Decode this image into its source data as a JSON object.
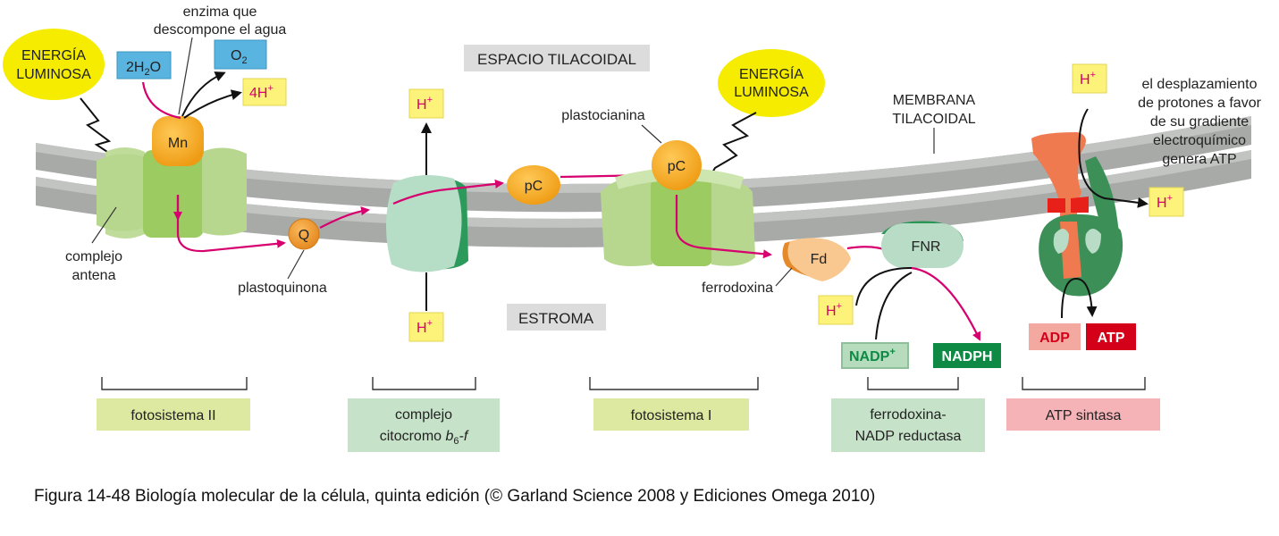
{
  "labels": {
    "energy_left_line1": "ENERGÍA",
    "energy_left_line2": "LUMINOSA",
    "energy_right_line1": "ENERGÍA",
    "energy_right_line2": "LUMINOSA",
    "enzyme_line1": "enzima que",
    "enzyme_line2": "descompone el agua",
    "water_prefix": "2H",
    "water_sub": "2",
    "water_suffix": "O",
    "oxygen": "O",
    "oxygen_sub": "2",
    "protons_4h": "4H",
    "proton_h": "H",
    "plus": "+",
    "mn": "Mn",
    "q": "Q",
    "pc": "pC",
    "fd": "Fd",
    "fnr": "FNR",
    "thylakoid_space": "ESPACIO TILACOIDAL",
    "stroma": "ESTROMA",
    "membrane_line1": "MEMBRANA",
    "membrane_line2": "TILACOIDAL",
    "plastocyanin": "plastocianina",
    "plastoquinone": "plastoquinona",
    "antenna_line1": "complejo",
    "antenna_line2": "antena",
    "ferredoxin": "ferrodoxina",
    "nadp": "NADP",
    "nadph": "NADPH",
    "adp": "ADP",
    "atp": "ATP",
    "gradient_line1": "el desplazamiento",
    "gradient_line2": "de protones a favor",
    "gradient_line3": "de su gradiente",
    "gradient_line4": "electroquímico",
    "gradient_line5": "genera ATP"
  },
  "components": {
    "photosystem_ii": "fotosistema II",
    "cytochrome_line1": "complejo",
    "cytochrome_line2a": "citocromo ",
    "cytochrome_b": "b",
    "cytochrome_sub": "6",
    "cytochrome_f": "-f",
    "photosystem_i": "fotosistema I",
    "fnr_line1": "ferrodoxina-",
    "fnr_line2": "NADP reductasa",
    "atp_synthase": "ATP sintasa"
  },
  "caption": "Figura 14-48  Biología molecular de la célula, quinta edición (© Garland Science 2008 y Ediciones Omega 2010)",
  "colors": {
    "membrane": "#a8aaa8",
    "membrane_light": "#c9cbc9",
    "arrow_magenta": "#d6006f",
    "yellow": "#f5ec00",
    "proton_box": "#fdf27a",
    "blue_box": "#5ab4e0",
    "ps_green": "#a9d07a",
    "ps_green_dark": "#8bbf55",
    "cyto": "#b6ddc6",
    "cyto_dark": "#2c9a5a",
    "orange": "#f5a623",
    "fd": "#f8c890",
    "fnr": "#b9dcc6",
    "fnr_dark": "#2b9656",
    "atp_orange": "#f07a50",
    "atp_green": "#3d8f58",
    "label_green": "#dde8a0",
    "label_teal": "#c6e3c9",
    "label_pink": "#f5b3b8",
    "nadp_fill": "#b6dcbd",
    "nadph_fill": "#0e8a45",
    "adp_fill": "#f4a9a0",
    "atp_fill": "#d4001a"
  }
}
